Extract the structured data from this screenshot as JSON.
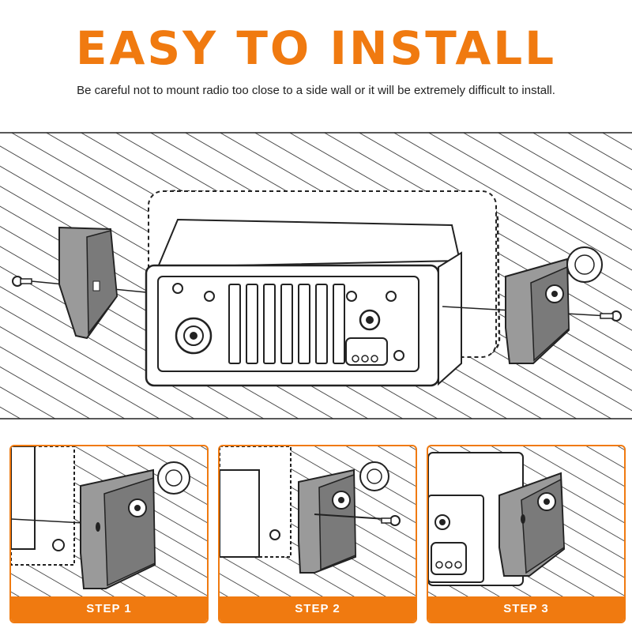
{
  "header": {
    "title": "EASY TO INSTALL",
    "subtitle": "Be careful not to mount radio too close to a side wall or it will be extremely difficult to install."
  },
  "steps": [
    {
      "label": "STEP 1"
    },
    {
      "label": "STEP 2"
    },
    {
      "label": "STEP 3"
    }
  ],
  "colors": {
    "accent": "#f07a10",
    "bracket": "#7a7a7a",
    "line": "#222222"
  }
}
